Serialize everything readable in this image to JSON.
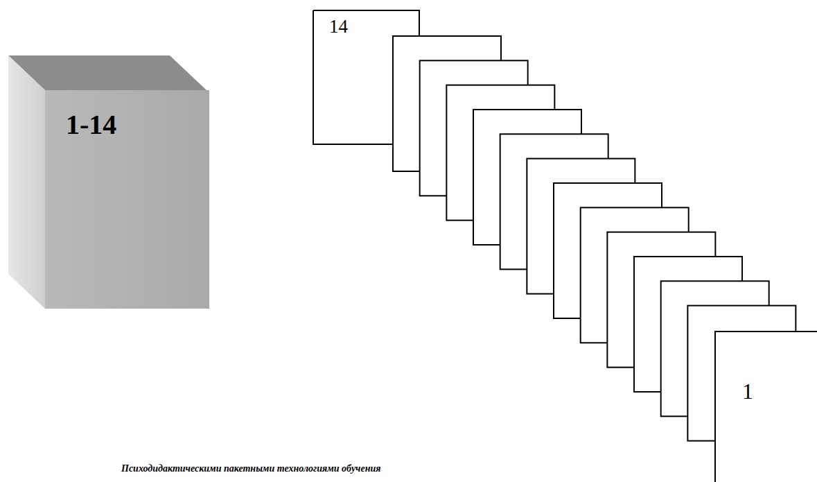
{
  "diagram": {
    "caption": "Психодидактическими пакетными технологиями обучения",
    "nodes": [
      {
        "text": [
          "1-14"
        ]
      },
      {
        "text": [
          "14"
        ]
      },
      {
        "text": [
          "1"
        ]
      }
    ]
  }
}
